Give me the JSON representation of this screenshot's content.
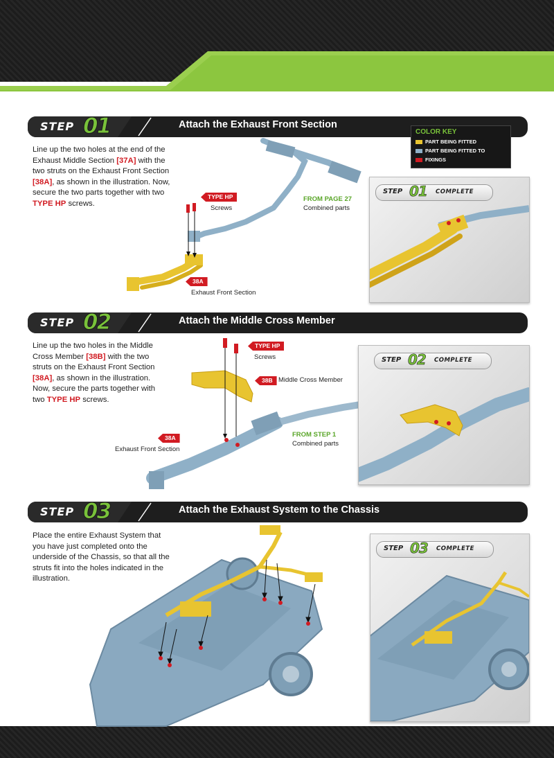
{
  "colors": {
    "green": "#79c23a",
    "red": "#d11b22",
    "yellow": "#e8c430",
    "blue_grey": "#8fb0c7"
  },
  "color_key": {
    "title": "COLOR KEY",
    "items": [
      {
        "label": "PART BEING FITTED",
        "color": "#e8c430"
      },
      {
        "label": "PART BEING FITTED TO",
        "color": "#8fb0c7"
      },
      {
        "label": "FIXINGS",
        "color": "#d11b22"
      }
    ]
  },
  "steps": [
    {
      "word": "STEP",
      "number": "01",
      "title": "Attach the Exhaust Front Section",
      "text": [
        {
          "t": "Line up the two holes at the end of the Exhaust Middle Section ",
          "red": false
        },
        {
          "t": "[37A]",
          "red": true
        },
        {
          "t": " with the two struts on the Exhaust Front Section ",
          "red": false
        },
        {
          "t": "[38A]",
          "red": true
        },
        {
          "t": ", as shown in the illustration. Now, secure the two parts together with two ",
          "red": false
        },
        {
          "t": "TYPE HP",
          "red": true
        },
        {
          "t": " screws.",
          "red": false
        }
      ],
      "labels": {
        "screw_tag": "TYPE HP",
        "screw_caption": "Screws",
        "from": "FROM PAGE 27",
        "from_caption": "Combined parts",
        "part_tag": "38A",
        "part_caption": "Exhaust Front Section"
      },
      "complete": {
        "step": "STEP",
        "num": "01",
        "word": "COMPLETE"
      }
    },
    {
      "word": "STEP",
      "number": "02",
      "title": "Attach the Middle Cross Member",
      "text": [
        {
          "t": "Line up the two holes in the Middle Cross Member ",
          "red": false
        },
        {
          "t": "[38B]",
          "red": true
        },
        {
          "t": " with the two struts on the Exhaust Front Section ",
          "red": false
        },
        {
          "t": "[38A]",
          "red": true
        },
        {
          "t": ", as shown in the illustration. Now, secure the parts together with two ",
          "red": false
        },
        {
          "t": "TYPE HP",
          "red": true
        },
        {
          "t": " screws.",
          "red": false
        }
      ],
      "labels": {
        "screw_tag": "TYPE HP",
        "screw_caption": "Screws",
        "cross_tag": "38B",
        "cross_caption": "Middle Cross Member",
        "part_tag": "38A",
        "part_caption": "Exhaust Front Section",
        "from": "FROM STEP 1",
        "from_caption": "Combined parts"
      },
      "complete": {
        "step": "STEP",
        "num": "02",
        "word": "COMPLETE"
      }
    },
    {
      "word": "STEP",
      "number": "03",
      "title": "Attach the Exhaust System to the Chassis",
      "text": [
        {
          "t": "Place the entire Exhaust System that you have just completed onto the underside of the Chassis, so that all the struts fit into the holes indicated in the illustration.",
          "red": false
        }
      ],
      "complete": {
        "step": "STEP",
        "num": "03",
        "word": "COMPLETE"
      }
    }
  ]
}
